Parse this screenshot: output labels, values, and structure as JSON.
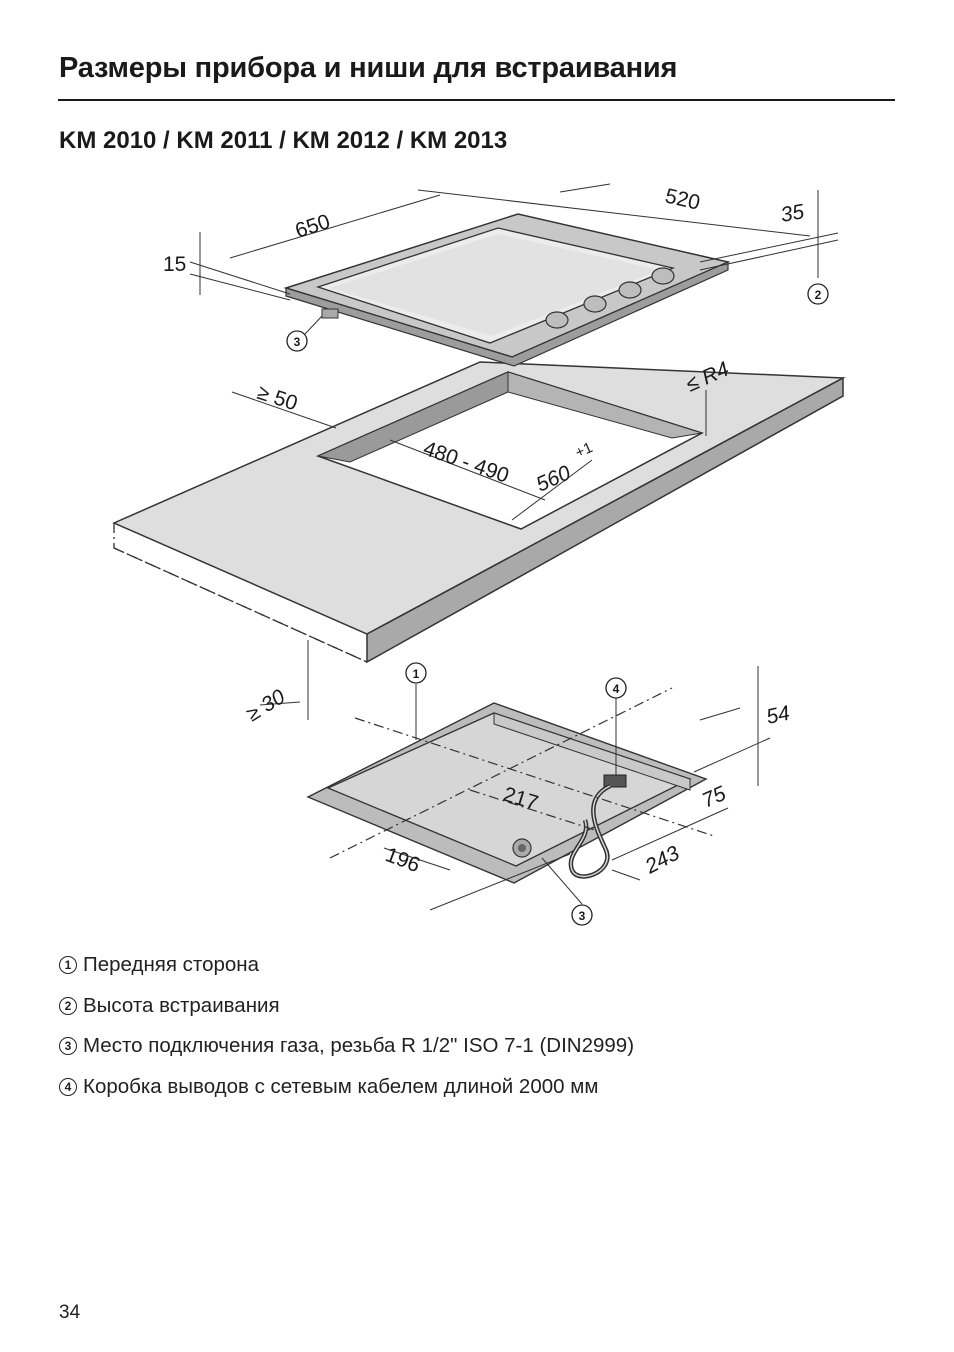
{
  "page": {
    "title": "Размеры прибора и ниши для встраивания",
    "subtitle": "KM 2010 / KM 2011 / KM 2012 / KM 2013",
    "page_number": "34"
  },
  "drawing": {
    "dimensions": {
      "d650": "650",
      "d520": "520",
      "d35": "35",
      "d15": "15",
      "d50": "≥ 50",
      "r4": "≤ R4",
      "d480": "480 - 490",
      "d560": "560",
      "d560_tol": "+1",
      "d30": "≥ 30",
      "d54": "54",
      "d217": "217",
      "d75": "75",
      "d196": "196",
      "d243": "243"
    },
    "callouts": {
      "c1": "1",
      "c2": "2",
      "c3_top": "3",
      "c3_bottom": "3",
      "c4": "4"
    }
  },
  "legend": [
    {
      "num": "1",
      "text": "Передняя сторона"
    },
    {
      "num": "2",
      "text": "Высота встраивания"
    },
    {
      "num": "3",
      "text": "Место подключения газа, резьба R 1/2\" ISO 7-1 (DIN2999)"
    },
    {
      "num": "4",
      "text": "Коробка выводов с сетевым кабелем длиной 2000 мм"
    }
  ]
}
